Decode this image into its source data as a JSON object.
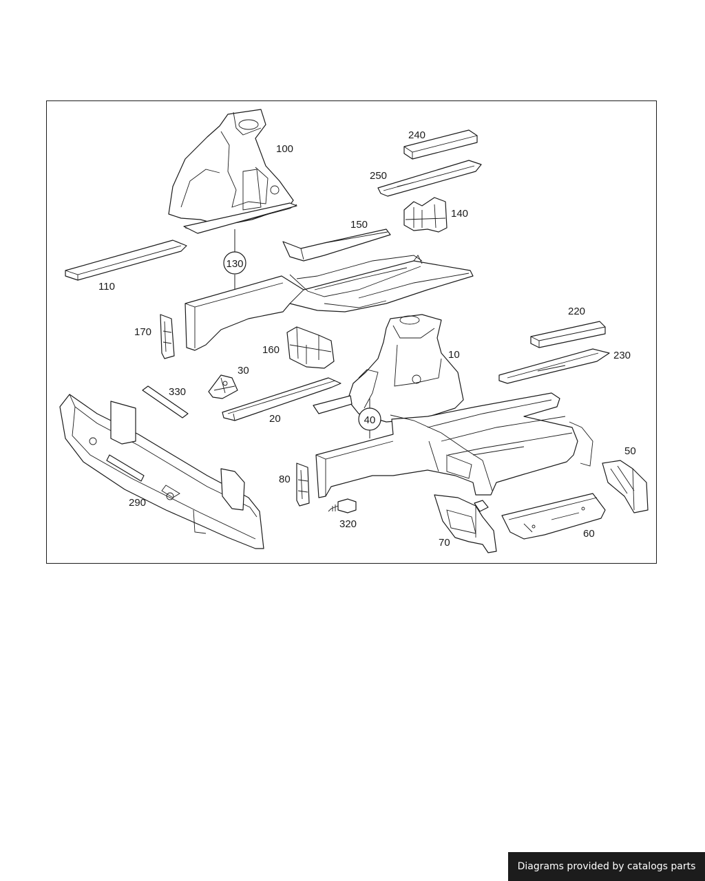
{
  "diagram": {
    "callouts": {
      "c100": "100",
      "c240": "240",
      "c250": "250",
      "c140": "140",
      "c150": "150",
      "c130": "130",
      "c110": "110",
      "c170": "170",
      "c160": "160",
      "c10": "10",
      "c220": "220",
      "c230": "230",
      "c30": "30",
      "c330": "330",
      "c20": "20",
      "c40": "40",
      "c290": "290",
      "c80": "80",
      "c320": "320",
      "c70": "70",
      "c50": "50",
      "c60": "60"
    }
  },
  "footer": {
    "credit": "Diagrams provided by catalogs parts"
  }
}
